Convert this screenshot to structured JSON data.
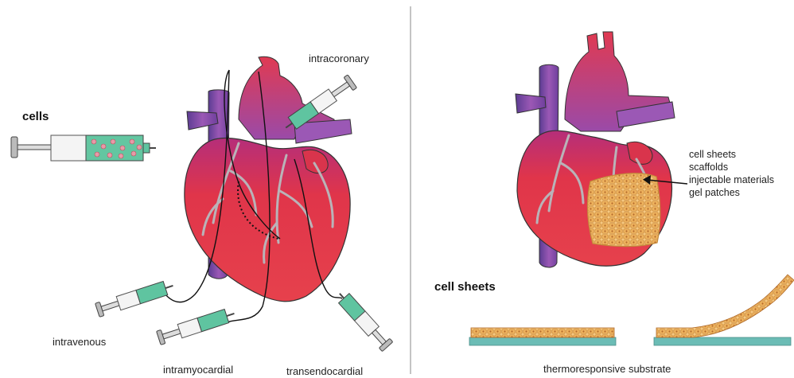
{
  "left_panel": {
    "cells_label": "cells",
    "routes": {
      "intracoronary": "intracoronary",
      "intravenous": "intravenous",
      "intramyocardial": "intramyocardial",
      "transendocardial": "transendocardial"
    }
  },
  "right_panel": {
    "patch_labels": [
      "cell sheets",
      "scaffolds",
      "injectable materials",
      "gel patches"
    ],
    "cell_sheets_label": "cell sheets",
    "substrate_label": "thermoresponsive substrate"
  },
  "colors": {
    "heart_red": "#e0354a",
    "vessel_purple": "#8c4aa0",
    "syringe_green": "#5fc4a0",
    "substrate_teal": "#6bbcb5",
    "cell_orange": "#e2883a",
    "patch_gold": "#f2c27a"
  }
}
